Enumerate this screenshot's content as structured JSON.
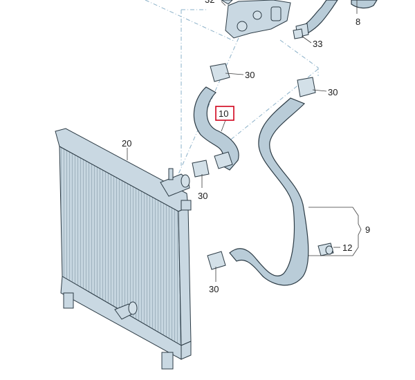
{
  "diagram": {
    "parts": {
      "radiator": "20",
      "upper_hose": "10",
      "hose_set": "9",
      "clamp": "30",
      "sensor_clip": "12",
      "small_clip": "33",
      "top_hose": "8",
      "top_part": "32"
    },
    "highlighted_part": "10",
    "colors": {
      "part_fill": "#b9ccd8",
      "outline": "#2b3a44",
      "leader_dash": "#8ab0c8",
      "highlight": "#d0021b"
    }
  }
}
